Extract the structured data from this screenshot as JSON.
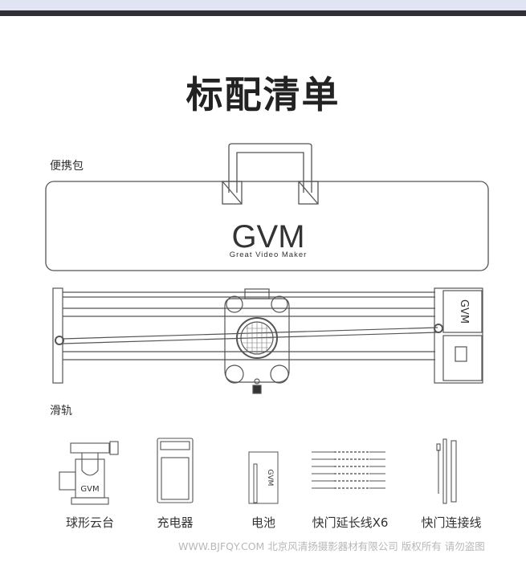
{
  "title": "标配清单",
  "sections": {
    "bag_label": "便携包",
    "slider_label": "滑轨"
  },
  "brand": {
    "logo": "GVM",
    "tagline": "Great Video Maker"
  },
  "accessories": [
    {
      "label": "球形云台",
      "icon": "ball-head-icon"
    },
    {
      "label": "充电器",
      "icon": "charger-icon"
    },
    {
      "label": "电池",
      "icon": "battery-icon"
    },
    {
      "label": "快门延长线X6",
      "icon": "shutter-extension-cable-icon"
    },
    {
      "label": "快门连接线",
      "icon": "shutter-connection-cable-icon"
    }
  ],
  "watermark": "WWW.BJFQY.COM 北京风清扬摄影器材有限公司 版权所有 请勿盗图",
  "colors": {
    "top_bar": "#e0e4f3",
    "dark_bar": "#2f3033",
    "line": "#555555"
  }
}
